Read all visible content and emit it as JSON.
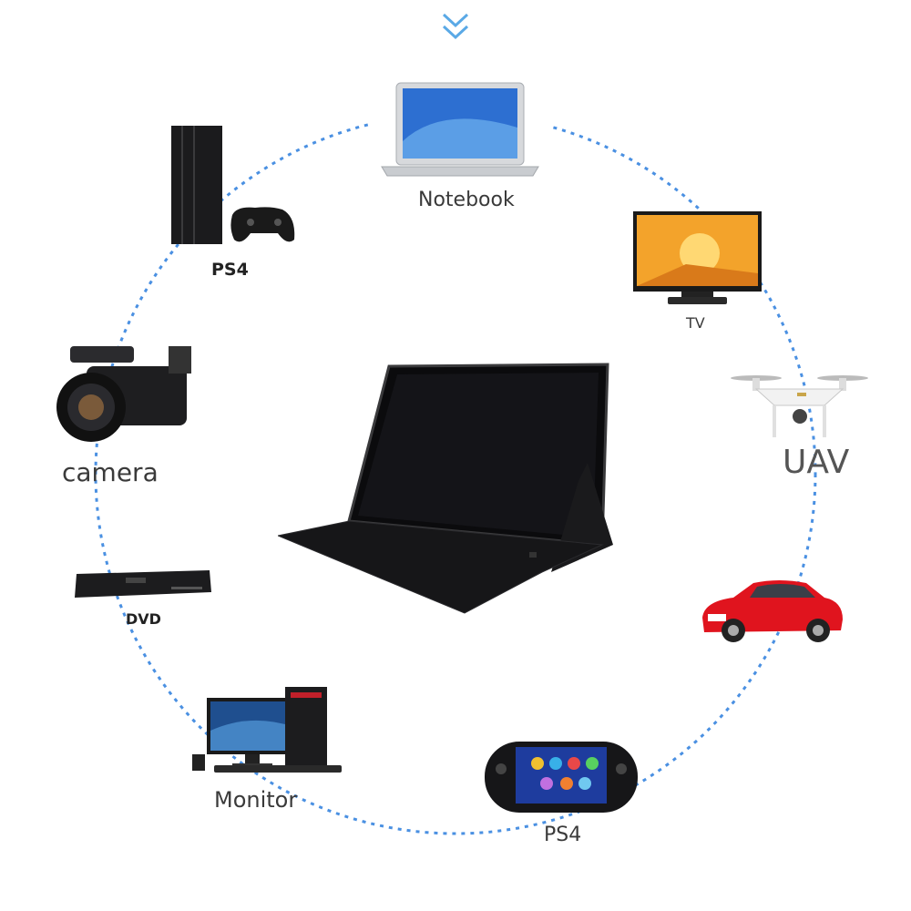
{
  "labels": {
    "notebook": "Notebook",
    "ps4_top": "PS4",
    "tv": "TV",
    "camera": "camera",
    "uav": "UAV",
    "dvd": "DVD",
    "monitor": "Monitor",
    "ps4_bottom": "PS4"
  },
  "icons": {
    "top": "double-chevron-down-icon",
    "center": "portable-monitor-icon"
  },
  "colors": {
    "dashed_circle": "#4a90e2",
    "accent_blue": "#5aa9e6",
    "car_red": "#e0141e"
  }
}
